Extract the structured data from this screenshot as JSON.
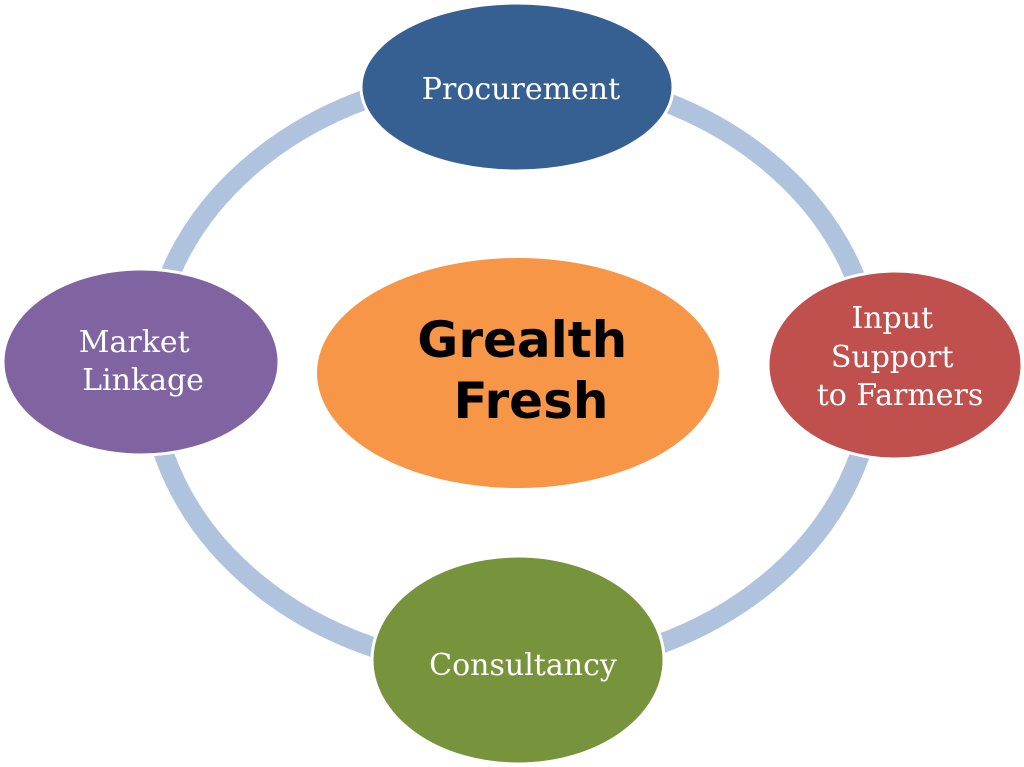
{
  "diagram": {
    "center": {
      "lines": [
        "Grealth",
        "Fresh"
      ],
      "color": "#f79646"
    },
    "ring_color": "#b0c3de",
    "nodes": [
      {
        "id": "procurement",
        "lines": [
          "Procurement"
        ],
        "color": "#366092"
      },
      {
        "id": "input-support",
        "lines": [
          "Input",
          "Support",
          "to Farmers"
        ],
        "color": "#c0504d"
      },
      {
        "id": "consultancy",
        "lines": [
          "Consultancy"
        ],
        "color": "#77933c"
      },
      {
        "id": "market-linkage",
        "lines": [
          "Market",
          "Linkage"
        ],
        "color": "#8064a2"
      }
    ]
  }
}
